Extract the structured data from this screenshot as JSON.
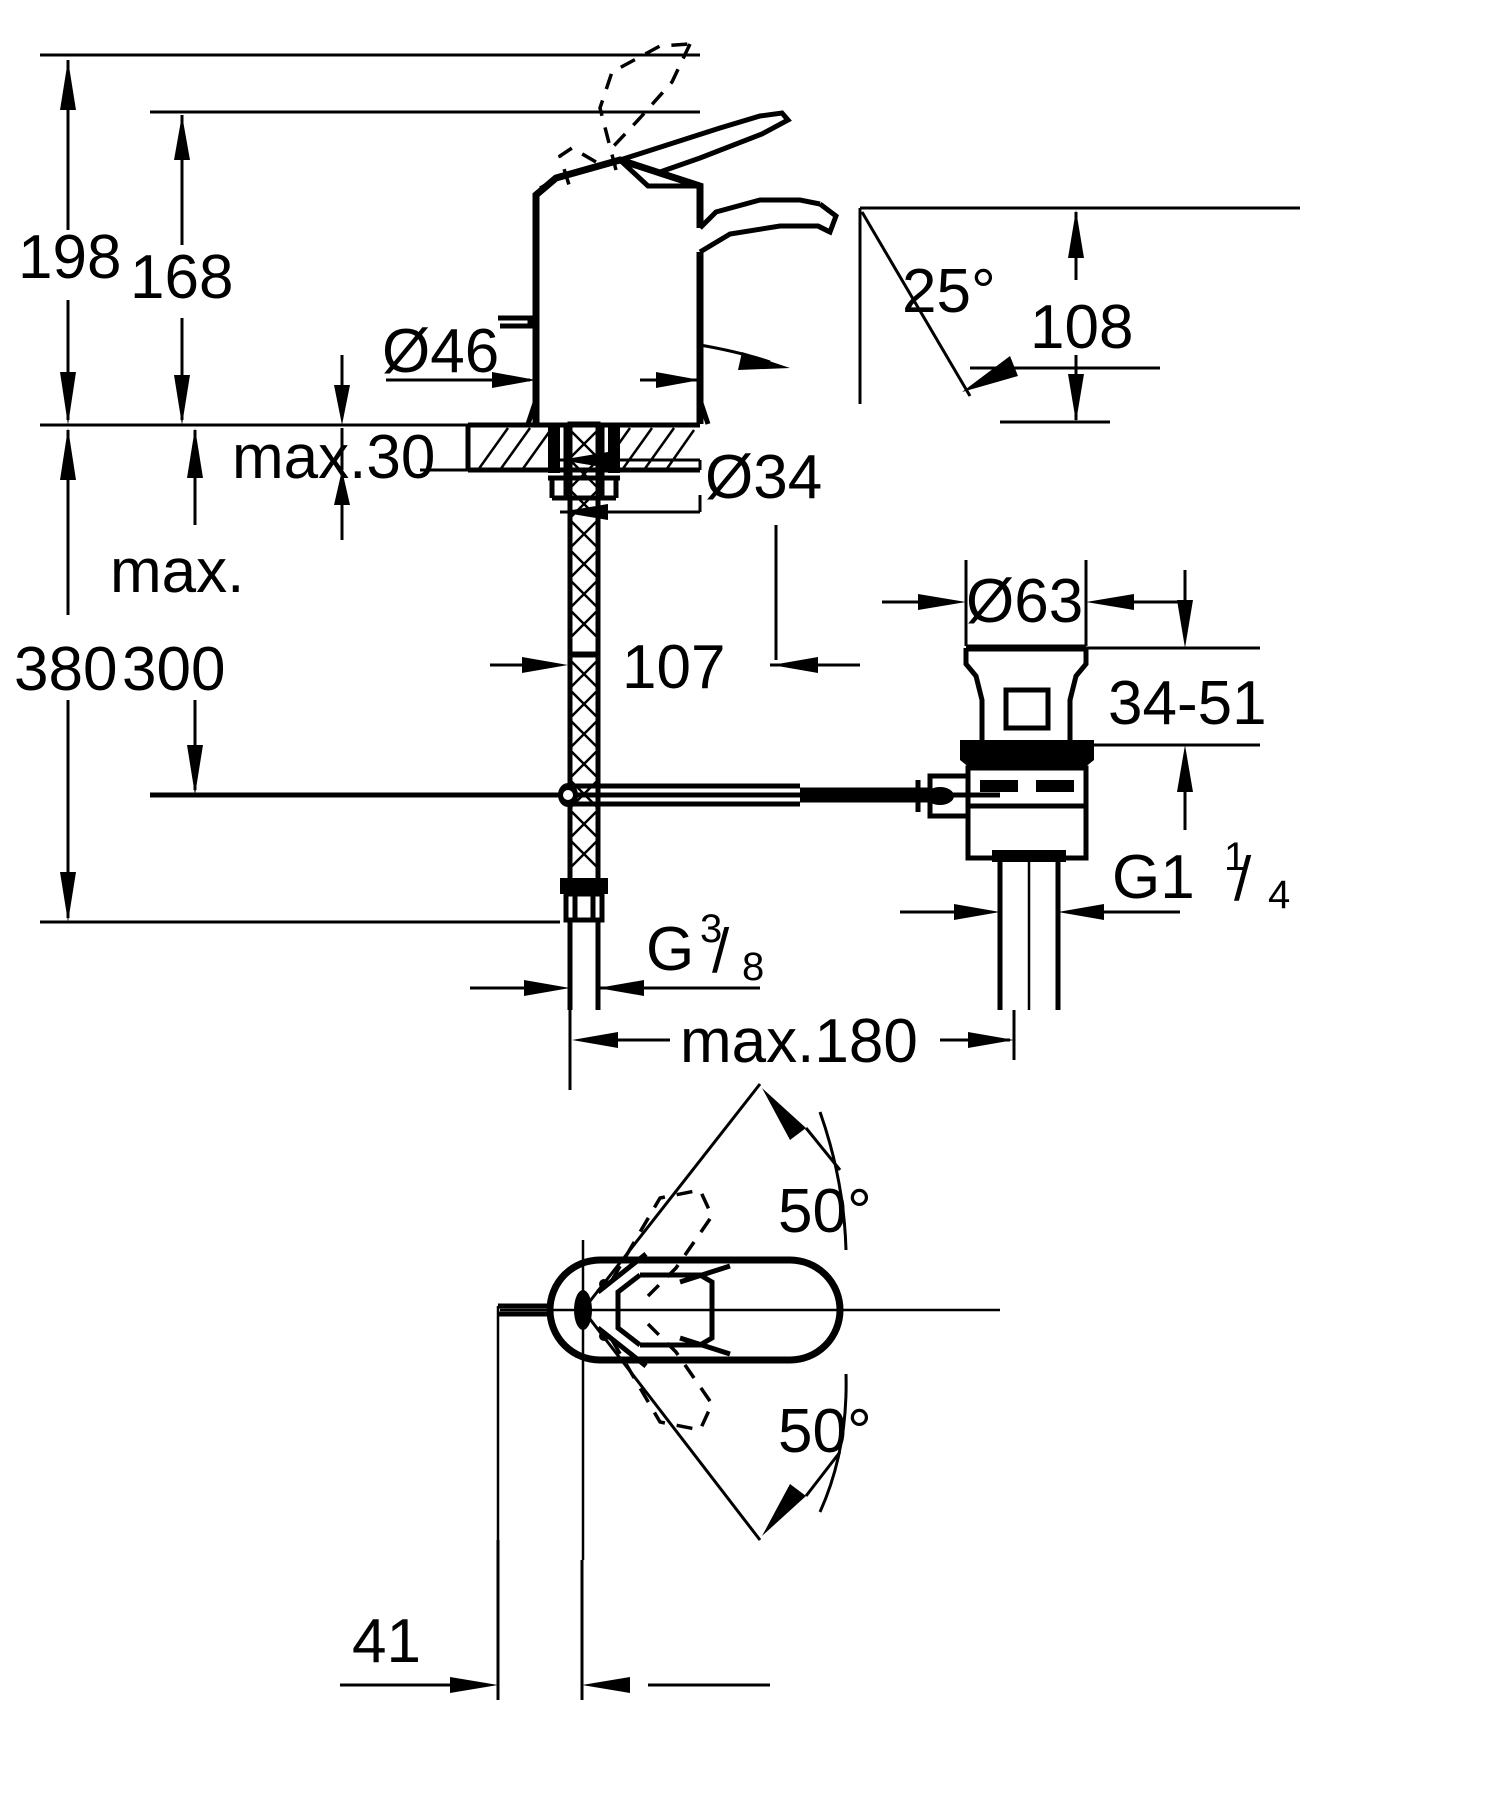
{
  "drawing": {
    "title": "Single-lever basin mixer installation dimension drawing",
    "units": "mm",
    "line_color": "#000000",
    "background_color": "#ffffff",
    "views": [
      {
        "name": "front-elevation",
        "label": ""
      },
      {
        "name": "top-plan-view",
        "label": ""
      }
    ]
  },
  "dimensions": {
    "height_overall": "198",
    "height_spout": "168",
    "height_max_total": "380",
    "height_max_install": "300",
    "max_prefix": "max.",
    "deck_thickness": "max.30",
    "body_diameter": "Ø46",
    "shank_diameter": "Ø34",
    "spout_projection": "108",
    "spout_angle": "25°",
    "riser_offset": "107",
    "waste_flange_diameter": "Ø63",
    "waste_range": "34-51",
    "supply_thread_letter": "G",
    "supply_thread_num": "3",
    "supply_thread_den": "8",
    "waste_thread_letter": "G1",
    "waste_thread_num": "1",
    "waste_thread_den": "4",
    "hose_length_max": "max.180",
    "swivel_angle_upper": "50°",
    "swivel_angle_lower": "50°",
    "plan_offset": "41"
  }
}
